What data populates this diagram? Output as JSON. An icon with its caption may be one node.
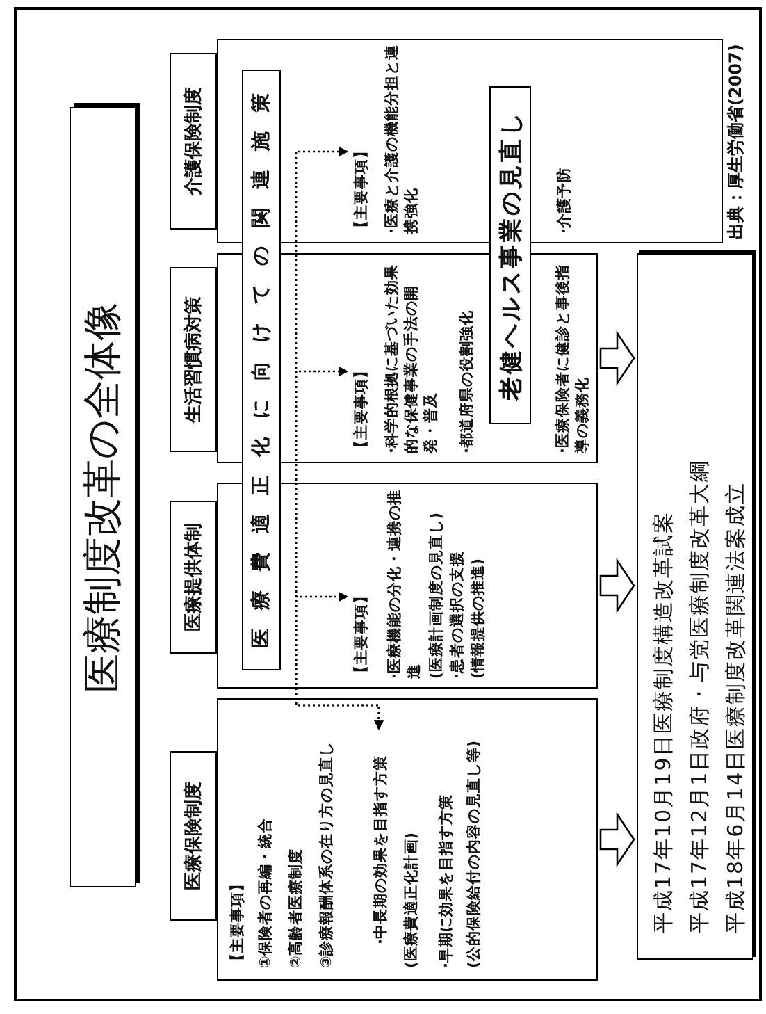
{
  "diagram": {
    "nodes": [
      {
        "text": [
          "医療制度改革の全体像"
        ]
      },
      {
        "text": [
          "医療保険制度"
        ]
      },
      {
        "text": [
          "医療提供体制"
        ]
      },
      {
        "text": [
          "生活習慣病対策"
        ]
      },
      {
        "text": [
          "介護保険制度"
        ]
      },
      {
        "text": [
          "医療費適正化に向けての関連施策"
        ]
      },
      {
        "text": [
          "【主要事項】",
          "①保険者の再編・統合",
          "②高齢者医療制度",
          "③診療報酬体系の在り方の見直し",
          "(医療費適正化計画)",
          "·早期に効果を目指す方策",
          "(公的保険給付の内容の見直し等)"
        ]
      },
      {
        "text": [
          "·中長期の効果を目指す方策"
        ],
        "in": 6
      },
      {
        "text": [
          "·医療機能の分化・連携の推進",
          "(医療計画制度の見直し)",
          "·患者の選択の支援",
          "(情報提供の推進)"
        ]
      },
      {
        "text": [
          "【主要事項】"
        ],
        "in": 8
      },
      {
        "text": [
          "·科学的根拠に基づいた効果的な保健事業の手法の開発・普及",
          "·都道府県の役割強化",
          "·医療保険者に健診と事後指導の義務化"
        ]
      },
      {
        "text": [
          "【主要事項】"
        ],
        "in": 10
      },
      {
        "text": [
          "·医療と介護の機能分担と連携強化",
          "·介護予防"
        ]
      },
      {
        "text": [
          "【主要事項】"
        ],
        "in": 12
      },
      {
        "text": [
          "老健ヘルス事業の見直し"
        ]
      },
      {
        "text": [
          "平成17年10月19日医療制度構造改革試案",
          "平成17年12月1日政府・与党医療制度改革大綱",
          "平成18年6月14日医療制度改革関連法案成立"
        ]
      }
    ],
    "edges": [
      {
        "from": 7,
        "to": 9,
        "arrow": "both",
        "style": "dashed"
      },
      {
        "from": 7,
        "to": 11,
        "arrow": "both",
        "style": "dashed"
      },
      {
        "from": 7,
        "to": 13,
        "arrow": "both",
        "style": "dashed"
      },
      {
        "from": 6,
        "to": 15,
        "arrow": "to"
      },
      {
        "from": 8,
        "to": 15,
        "arrow": "to"
      },
      {
        "from": 10,
        "to": 15,
        "arrow": "to"
      }
    ],
    "labels": [
      "出典：厚生労働省(2007)"
    ]
  }
}
